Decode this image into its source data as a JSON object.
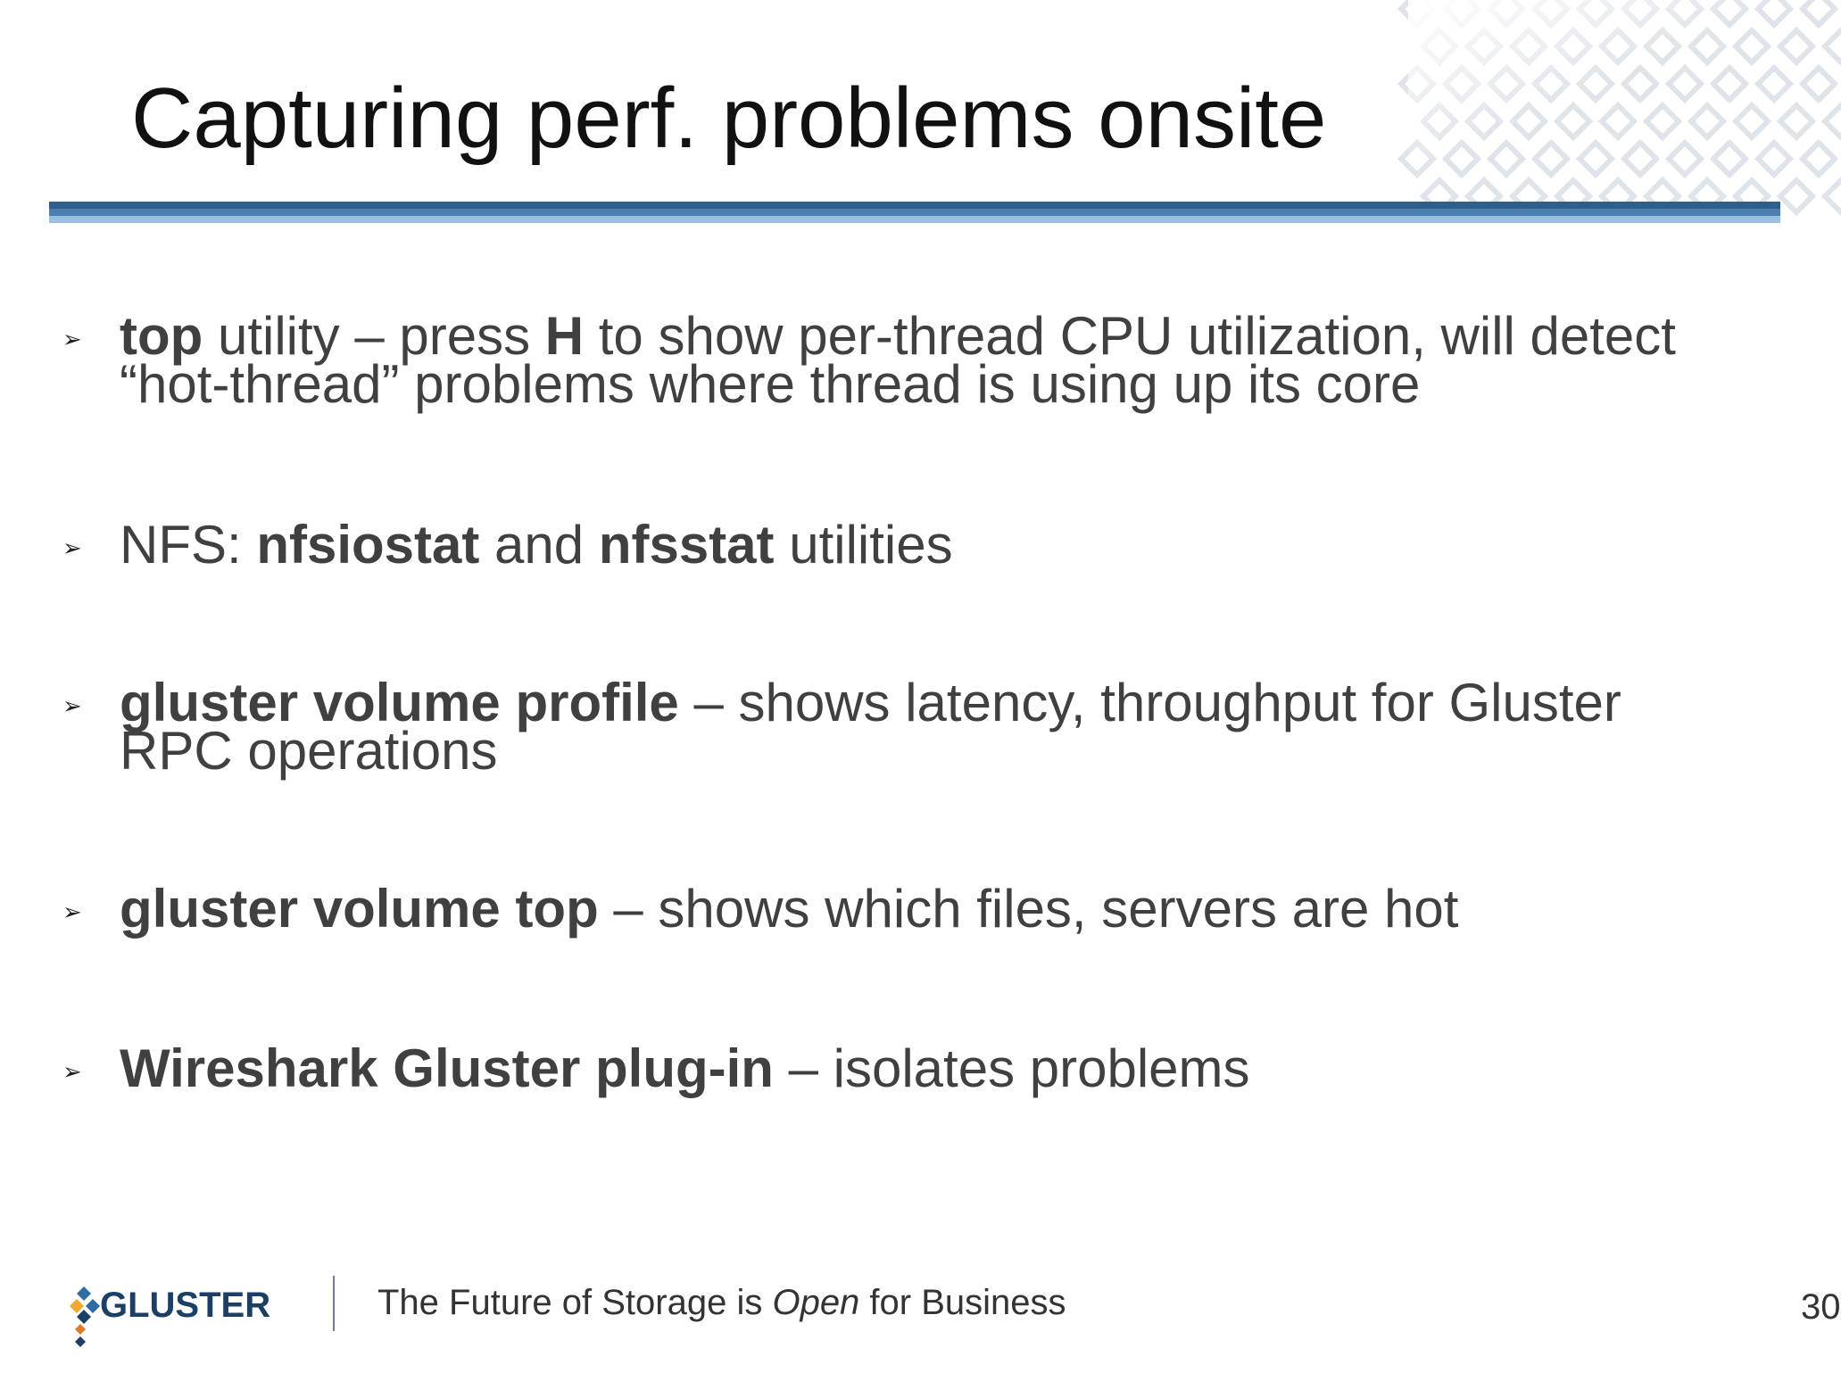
{
  "slide": {
    "title": "Capturing perf. problems onsite",
    "bullets": [
      {
        "line1": [
          {
            "text": "top",
            "bold": true
          },
          {
            "text": " utility – press ",
            "bold": false
          },
          {
            "text": "H",
            "bold": true
          },
          {
            "text": " to show per-thread CPU utilization, will detect",
            "bold": false
          }
        ],
        "line2": [
          {
            "text": "“hot-thread” problems where thread is using up its core",
            "bold": false
          }
        ]
      },
      {
        "line1": [
          {
            "text": "NFS: ",
            "bold": false
          },
          {
            "text": "nfsiostat",
            "bold": true
          },
          {
            "text": " and ",
            "bold": false
          },
          {
            "text": "nfsstat",
            "bold": true
          },
          {
            "text": " utilities",
            "bold": false
          }
        ]
      },
      {
        "line1": [
          {
            "text": "gluster volume profile",
            "bold": true
          },
          {
            "text": " –  shows latency, throughput for Gluster",
            "bold": false
          }
        ],
        "line2": [
          {
            "text": "RPC operations",
            "bold": false
          }
        ]
      },
      {
        "line1": [
          {
            "text": "gluster volume top",
            "bold": true
          },
          {
            "text": " – shows which files, servers are hot",
            "bold": false
          }
        ]
      },
      {
        "line1": [
          {
            "text": "Wireshark Gluster plug-in",
            "bold": true
          },
          {
            "text": " – isolates problems",
            "bold": false
          }
        ]
      }
    ],
    "bullet_marker": "➢",
    "accent_color": "#2e5f8a"
  },
  "footer": {
    "logo_text": "GLUSTER",
    "tagline_prefix": "The Future of Storage is ",
    "tagline_emphasis": "Open",
    "tagline_suffix": " for Business",
    "page_number": "30"
  }
}
